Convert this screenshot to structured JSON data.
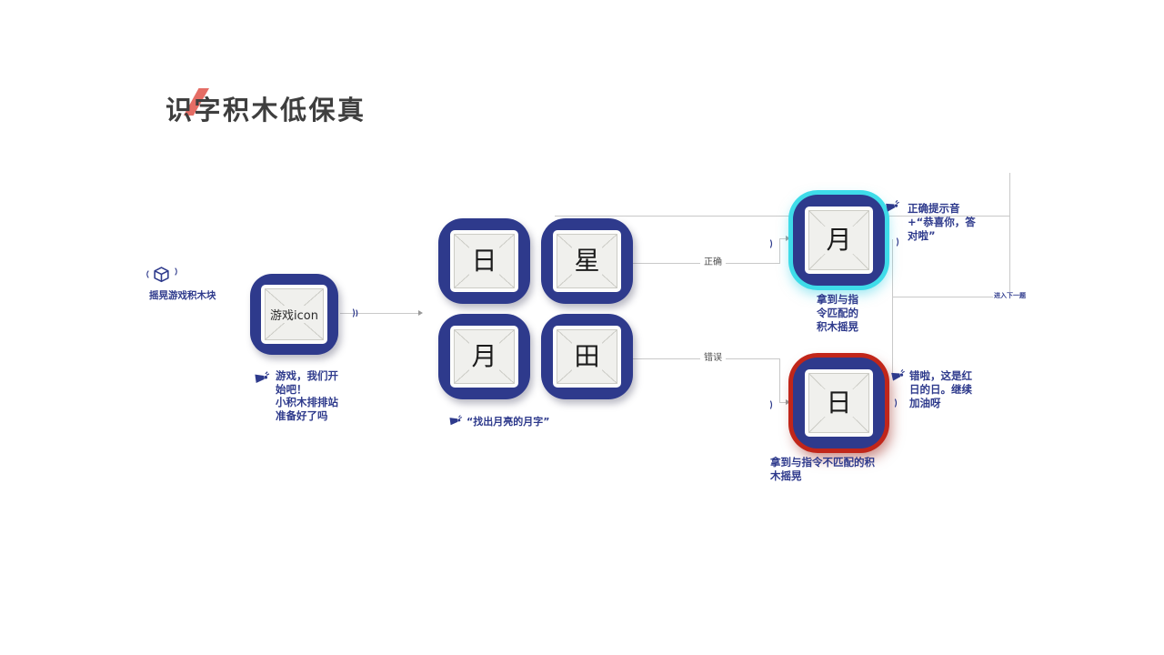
{
  "title": "识字积木低保真",
  "intro": {
    "cube_caption": "摇晃游戏积木块",
    "block_label": "游戏icon",
    "speech_line1": "游戏，我们开\n始吧！",
    "speech_line2": "小积木排排站\n准备好了吗"
  },
  "choices": {
    "blocks": [
      "日",
      "星",
      "月",
      "田"
    ],
    "instruction": "“找出月亮的月字”"
  },
  "flow": {
    "correct_label": "正确",
    "wrong_label": "错误",
    "next_label": "进入下一题"
  },
  "correct": {
    "char": "月",
    "feedback": "正确提示音\n+“恭喜你，答\n对啦”",
    "caption": "拿到与指\n令匹配的\n积木摇晃"
  },
  "wrong": {
    "char": "日",
    "feedback": "错啦，这是红\n日的日。继续\n加油呀",
    "caption": "拿到与指令不匹配的积\n木摇晃"
  },
  "colors": {
    "navy": "#2e3a8c",
    "cyan": "#3edce9",
    "red": "#c1261a",
    "accent_red": "#e0544a"
  }
}
